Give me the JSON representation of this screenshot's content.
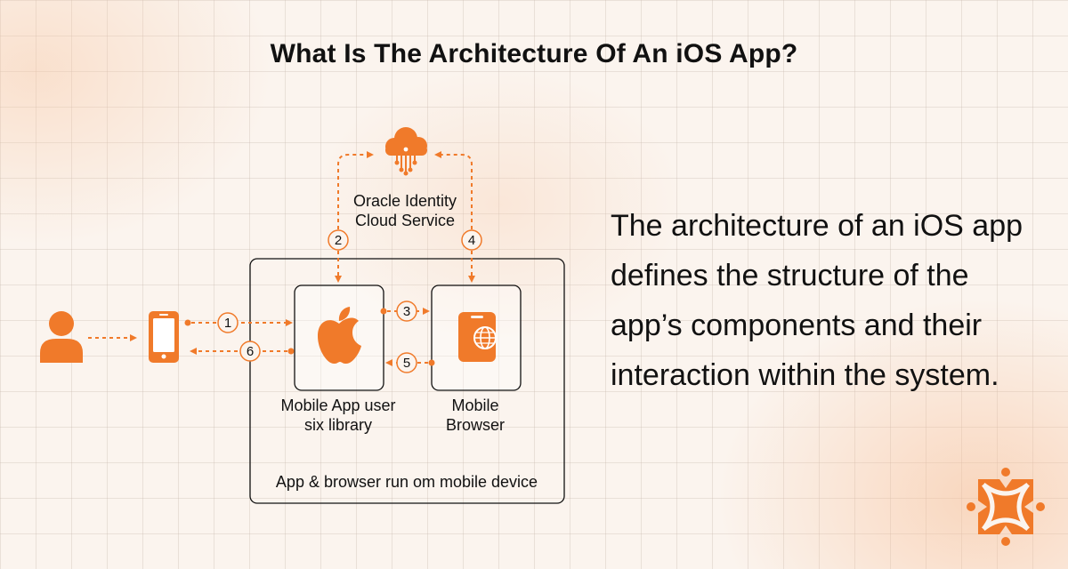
{
  "title": "What Is The Architecture Of An iOS App?",
  "description": "The architecture of an iOS app defines the structure of the app’s components and their interaction within the system.",
  "diagram": {
    "cloud_label_line1": "Oracle Identity",
    "cloud_label_line2": "Cloud Service",
    "app_label_line1": "Mobile App user",
    "app_label_line2": "six library",
    "browser_label_line1": "Mobile",
    "browser_label_line2": "Browser",
    "device_label": "App & browser run om mobile device",
    "steps": [
      "1",
      "2",
      "3",
      "4",
      "5",
      "6"
    ]
  },
  "icons": {
    "user": "user-icon",
    "phone": "phone-icon",
    "apple": "apple-icon",
    "browser": "globe-phone-icon",
    "cloud": "cloud-icon",
    "logo": "brand-logo-icon"
  },
  "colors": {
    "accent": "#f07a2a",
    "text": "#111111",
    "background": "#fbf4ee"
  }
}
